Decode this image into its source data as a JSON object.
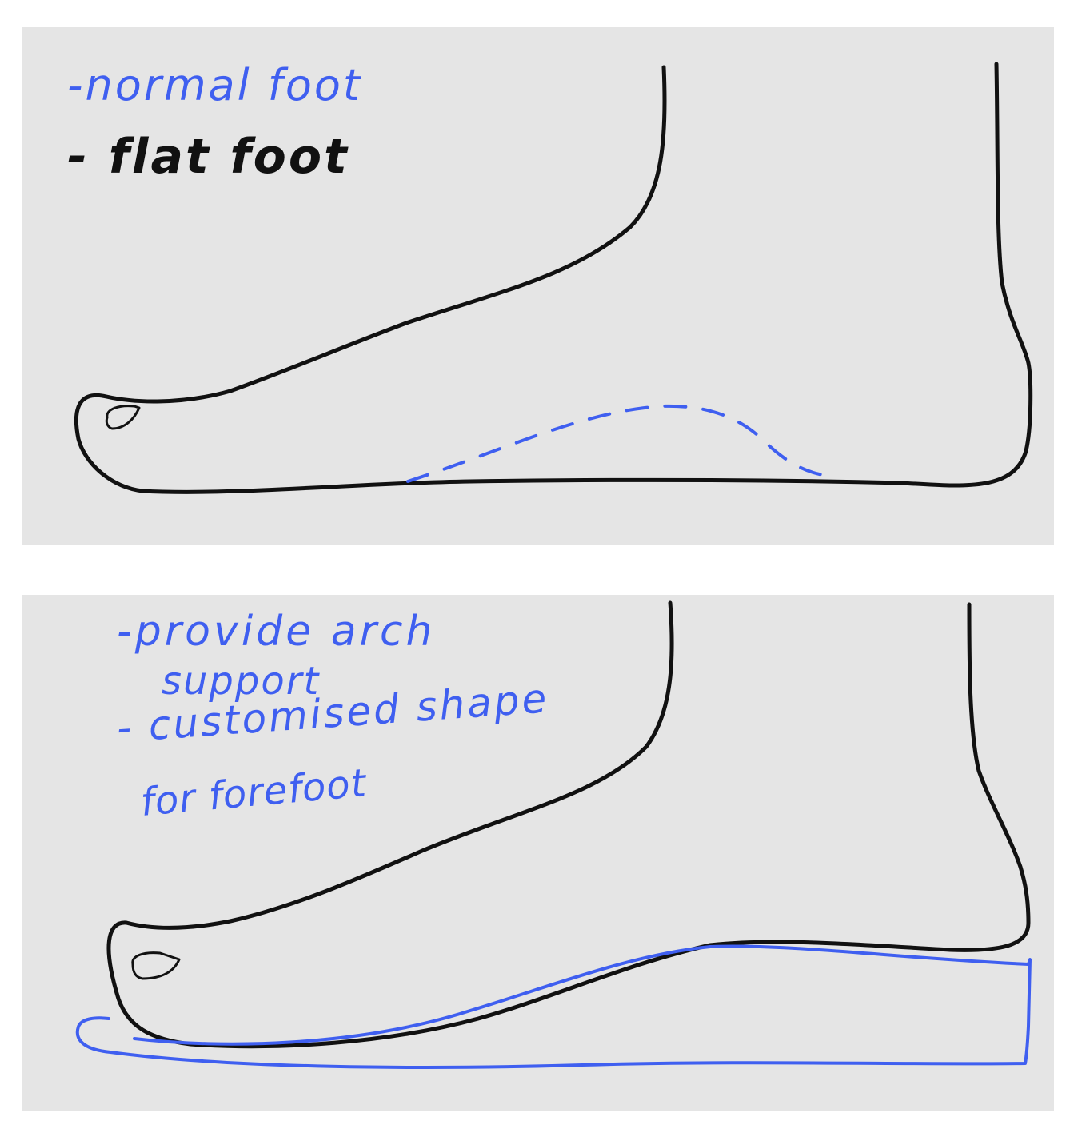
{
  "colors": {
    "panel_background": "#e5e5e5",
    "page_background": "#ffffff",
    "outline": "#111111",
    "blue_ink": "#3f5ff0"
  },
  "top_panel": {
    "notes": [
      {
        "text": "-normal foot",
        "color": "blue"
      },
      {
        "text": "- flat foot",
        "color": "black"
      }
    ]
  },
  "bottom_panel": {
    "notes": [
      {
        "text": "-provide arch",
        "color": "blue"
      },
      {
        "text": "support",
        "color": "blue"
      },
      {
        "text": "- customised shape",
        "color": "blue"
      },
      {
        "text": "for forefoot",
        "color": "blue"
      }
    ]
  }
}
